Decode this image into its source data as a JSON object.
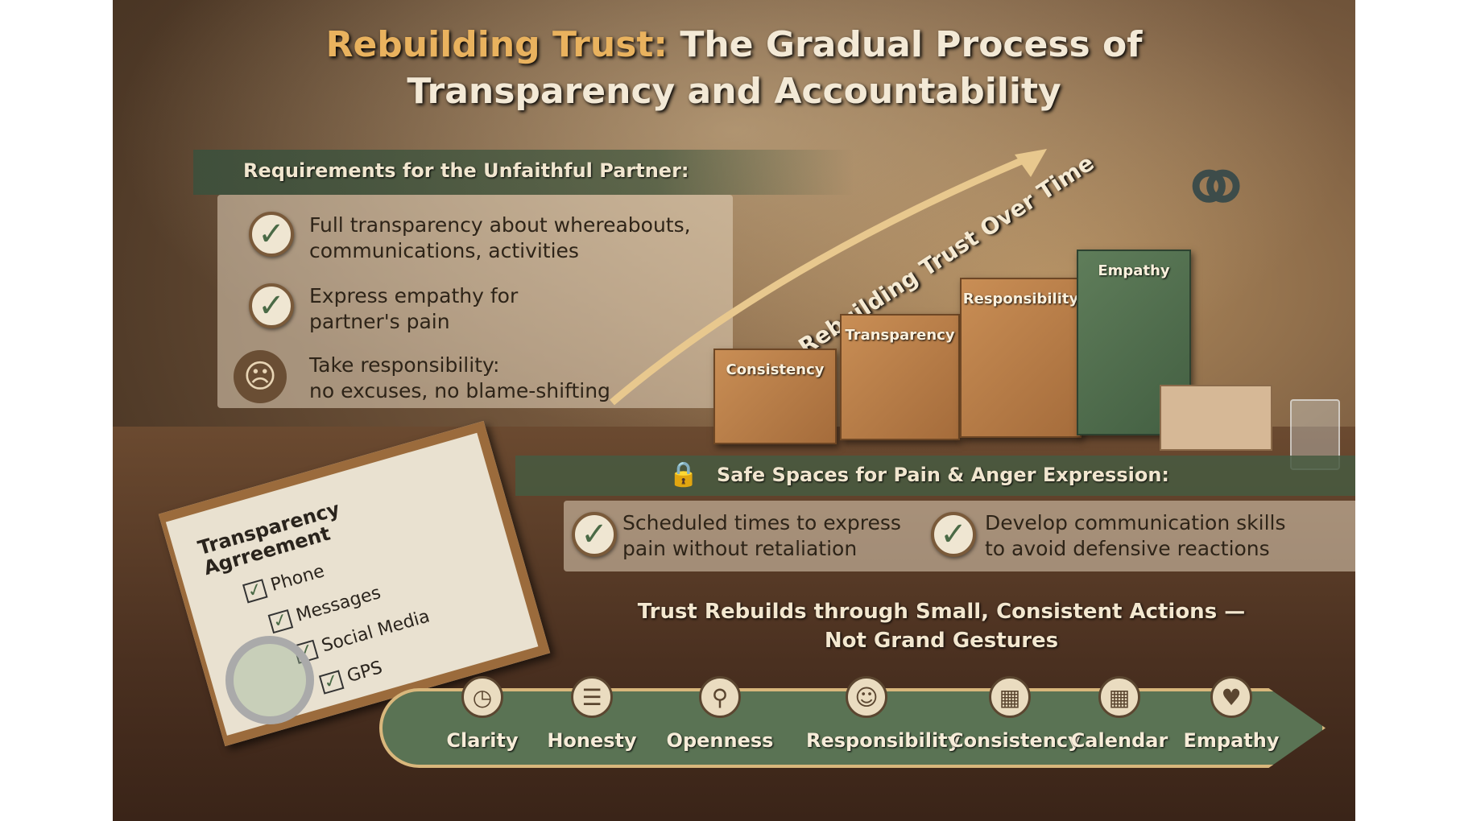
{
  "title": {
    "part1": "Rebuilding Trust:",
    "part2": " The Gradual Process of",
    "line2": "Transparency and Accountability"
  },
  "requirements": {
    "heading": "Requirements for the Unfaithful Partner:",
    "items": [
      {
        "line1": "Full transparency about whereabouts,",
        "line2": "communications, activities",
        "icon": "check-icon"
      },
      {
        "line1": "Express empathy for",
        "line2": "partner's pain",
        "icon": "check-icon"
      },
      {
        "line1": "Take responsibility:",
        "line2": "no excuses, no blame-shifting",
        "icon": "remorseful-person-icon"
      }
    ]
  },
  "arrow_label": "Rebuilding Trust Over Time",
  "steps": [
    "Consistency",
    "Transparency",
    "Responsibility",
    "Empathy"
  ],
  "clipboard": {
    "title1": "Transparency",
    "title2": "Agrreement",
    "items": [
      "Phone",
      "Messages",
      "Social Media",
      "GPS"
    ]
  },
  "safe_spaces": {
    "heading": "Safe Spaces for Pain & Anger Expression:",
    "icon": "lock-icon",
    "items": [
      {
        "line1": "Scheduled times to express",
        "line2": "pain without retaliation"
      },
      {
        "line1": "Develop communication skills",
        "line2": "to avoid defensive reactions"
      }
    ]
  },
  "tagline": {
    "line1": "Trust Rebuilds through Small, Consistent Actions —",
    "line2": "Not Grand Gestures"
  },
  "banner": [
    {
      "label": "Clarity",
      "icon": "clock-icon",
      "glyph": "◷"
    },
    {
      "label": "Honesty",
      "icon": "speech-bubbles-icon",
      "glyph": "☰"
    },
    {
      "label": "Openness",
      "icon": "magnifier-icon",
      "glyph": "⚲"
    },
    {
      "label": "Responsibility",
      "icon": "head-icon",
      "glyph": "☺"
    },
    {
      "label": "Consistency",
      "icon": "calendar-check-icon",
      "glyph": "▦"
    },
    {
      "label": "Calendar",
      "icon": "calendar-icon",
      "glyph": "▦"
    },
    {
      "label": "Empathy",
      "icon": "heart-hands-icon",
      "glyph": "♥"
    }
  ]
}
